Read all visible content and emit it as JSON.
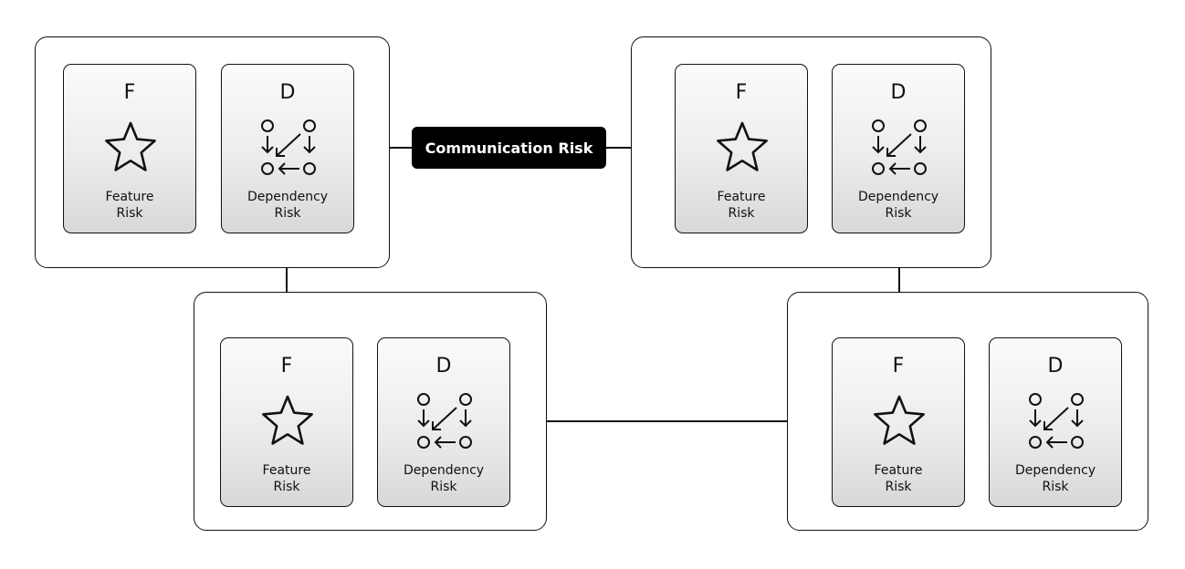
{
  "groups": [
    {
      "feature": {
        "letter": "F",
        "label_line1": "Feature",
        "label_line2": "Risk"
      },
      "dependency": {
        "letter": "D",
        "label_line1": "Dependency",
        "label_line2": "Risk"
      }
    },
    {
      "feature": {
        "letter": "F",
        "label_line1": "Feature",
        "label_line2": "Risk"
      },
      "dependency": {
        "letter": "D",
        "label_line1": "Dependency",
        "label_line2": "Risk"
      }
    },
    {
      "feature": {
        "letter": "F",
        "label_line1": "Feature",
        "label_line2": "Risk"
      },
      "dependency": {
        "letter": "D",
        "label_line1": "Dependency",
        "label_line2": "Risk"
      }
    },
    {
      "feature": {
        "letter": "F",
        "label_line1": "Feature",
        "label_line2": "Risk"
      },
      "dependency": {
        "letter": "D",
        "label_line1": "Dependency",
        "label_line2": "Risk"
      }
    }
  ],
  "links": {
    "communication_label": "Communication Risk"
  },
  "icons": {
    "feature": "star-icon",
    "dependency": "dependency-graph-icon"
  }
}
